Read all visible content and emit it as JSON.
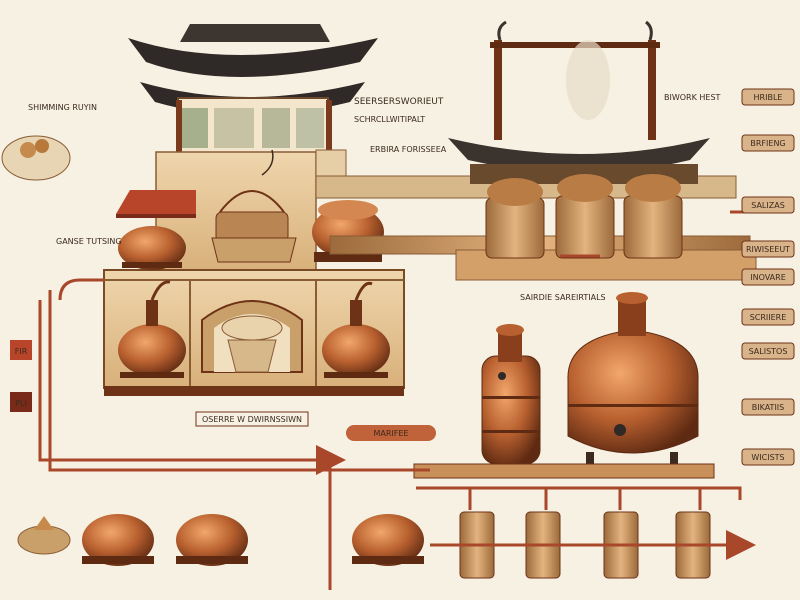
{
  "labels": {
    "top_left_caption": "SHIMMING RUYIN",
    "upper_center_caption": "SEERSERSWORIEUT",
    "upper_center_sub": "SCHRCLLWITIPALT",
    "mid_caption": "ERBIRA FORISSEEA",
    "left_side_caption": "GANSE TUTSING",
    "stage_caption": "OSERRE W DWIRNSSIWN",
    "center_tag": "MARIFEE",
    "right_mid_caption": "SAIRDIE SAREIRTIALS"
  },
  "right_tags": [
    "HRIBLE",
    "BRFIENG",
    "SALIZAS",
    "RIWISEEUT",
    "INOVARE",
    "SCRIIERE",
    "SALISTOS",
    "BIKATIIS",
    "WICISTS"
  ],
  "upper_right_tag": "BIWORK HEST",
  "left_vertical_tags": [
    "FIR",
    "PLI"
  ],
  "colors": {
    "background": "#f7f1e3",
    "copper": "#b8602f",
    "copper_dark": "#6e3216",
    "wood": "#d6a36a",
    "roof": "#2f2a27",
    "accent_red": "#b8452a"
  }
}
